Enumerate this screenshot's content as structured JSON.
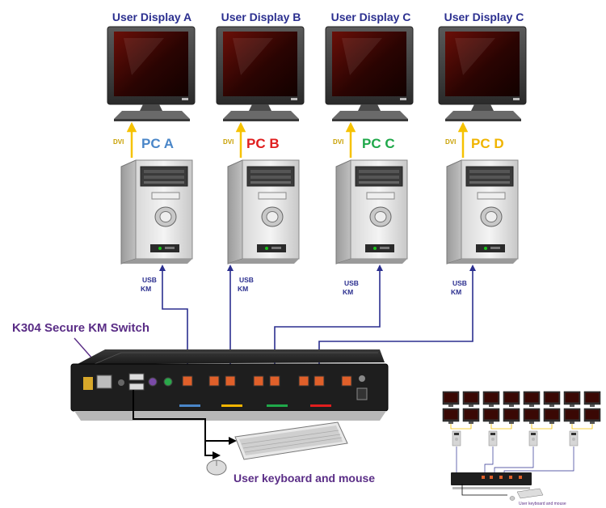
{
  "displays": [
    {
      "title": "User Display A"
    },
    {
      "title": "User Display B"
    },
    {
      "title": "User Display C"
    },
    {
      "title": "User Display C"
    }
  ],
  "pcs": [
    {
      "label": "PC A",
      "color": "#4a86c8"
    },
    {
      "label": "PC B",
      "color": "#e01e1e"
    },
    {
      "label": "PC C",
      "color": "#1fa84a"
    },
    {
      "label": "PC D",
      "color": "#f0b400"
    }
  ],
  "video_link_label": "DVI",
  "usb_link_label": {
    "line1": "USB",
    "line2": "KM"
  },
  "switch_title": "K304 Secure KM Switch",
  "peripherals_label": "User keyboard and mouse",
  "thumbnail_label": "User keyboard and mouse",
  "colors": {
    "usb_line": "#2b2f8f",
    "dvi_arrow": "#f6c200",
    "peripheral_line": "#000000"
  }
}
